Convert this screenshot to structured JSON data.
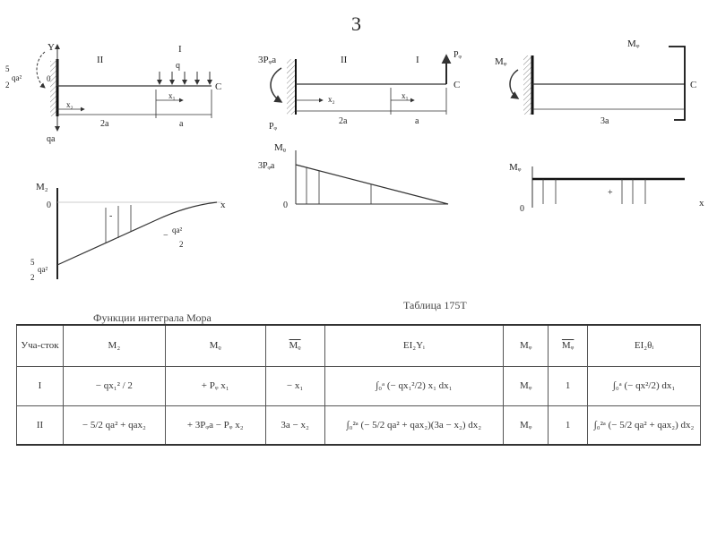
{
  "page": {
    "number": "3"
  },
  "diagrams": {
    "beam1": {
      "axis_y": "Y",
      "moment_num": "5",
      "moment_den": "2",
      "moment_qa": "qa²",
      "origin": "0",
      "section_2": "II",
      "section_1": "I",
      "load_q": "q",
      "var_x2": "x₂",
      "var_x1": "x₁",
      "end_label": "C",
      "reaction": "qa",
      "span_2a": "2a",
      "span_a": "a"
    },
    "beam2": {
      "moment_label": "3Pᵩa",
      "section_2": "II",
      "section_1": "I",
      "force_label": "Pᵩ",
      "var_x2": "x₂",
      "var_x1": "x₁",
      "end_label": "C",
      "reaction": "Pᵩ",
      "span_2a": "2a",
      "span_a": "a"
    },
    "beam3": {
      "moment_left": "Mᵩ",
      "moment_right": "Mᵩ",
      "end_label": "C",
      "span_3a": "3a"
    },
    "plot1": {
      "axis_label": "M₂",
      "zero": "0",
      "x_axis": "x",
      "sign": "-",
      "end_value": "qa²",
      "end_value_den": "2",
      "end_sign": "−",
      "start_num": "5",
      "start_den": "2",
      "start_qa": "qa²"
    },
    "plot2": {
      "axis_label": "Mᵨ",
      "start_value": "3Pᵩa",
      "zero": "0"
    },
    "plot3": {
      "axis_label": "Mᵩ",
      "zero": "0",
      "x_axis": "x",
      "sign": "+"
    }
  },
  "table": {
    "caption": "Таблица 175Т",
    "title": "Функции интеграла Мора",
    "headers": {
      "section": "Уча-сток",
      "mz": "M₂",
      "mp": "Mᵨ",
      "mp_bar": "Mᵨ",
      "eiy": "EI₂Yᵢ",
      "mphi": "Mᵩ",
      "mphi_bar": "Mᵩ",
      "eitheta": "EI₂θᵢ"
    },
    "rows": [
      {
        "section": "I",
        "mz": "− qx₁² / 2",
        "mp": "+ Pᵩ x₁",
        "mp_bar": "− x₁",
        "eiy": "∫₀ᵃ (− qx₁²/2) x₁ dx₁",
        "mphi": "Mᵩ",
        "mphi_bar": "1",
        "eitheta": "∫₀ᵃ (− qx²/2) dx₁"
      },
      {
        "section": "II",
        "mz": "− 5/2 qa² + qax₂",
        "mp": "+ 3Pᵩa − Pᵩ x₂",
        "mp_bar": "3a − x₂",
        "eiy": "∫₀²ᵃ (− 5/2 qa² + qax₂)(3a − x₂) dx₂",
        "mphi": "Mᵩ",
        "mphi_bar": "1",
        "eitheta": "∫₀²ᵃ (− 5/2 qa² + qax₂) dx₂"
      }
    ]
  }
}
